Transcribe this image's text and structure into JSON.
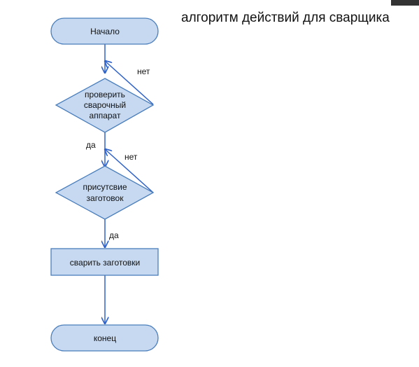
{
  "diagram": {
    "title": "алгоритм действий для сварщика",
    "colors": {
      "node_fill": "#c6d9f1",
      "node_stroke": "#4a7ebb",
      "edge": "#2e62c9"
    },
    "nodes": {
      "start": "Начало",
      "check_line1": "проверить",
      "check_line2": "сварочный",
      "check_line3": "аппарат",
      "presence_line1": "присутсвие",
      "presence_line2": "заготовок",
      "weld": "сварить заготовки",
      "end": "конец"
    },
    "edges": {
      "check_no": "нет",
      "check_yes": "да",
      "presence_no": "нет",
      "presence_yes": "да"
    }
  }
}
